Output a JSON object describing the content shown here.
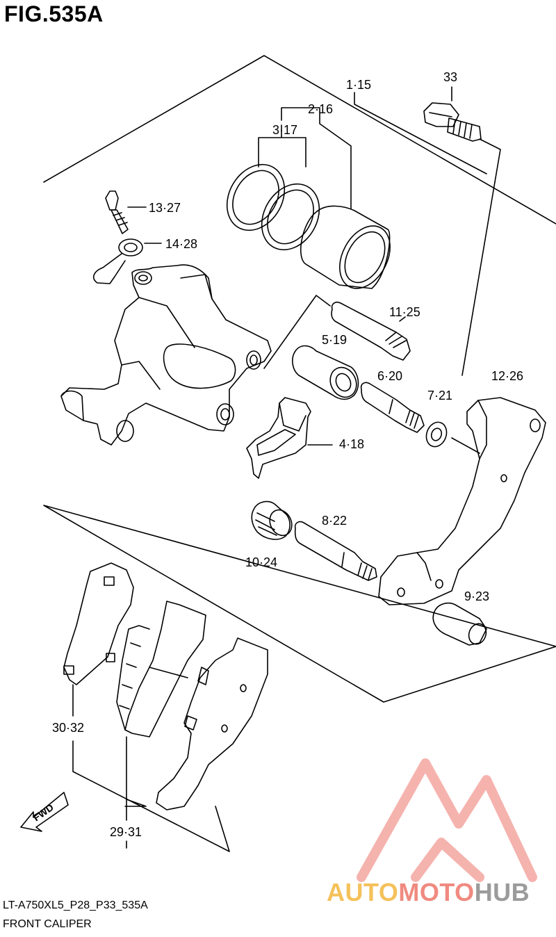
{
  "figure": {
    "title": "FIG.535A",
    "code": "LT-A750XL5_P28_P33_535A",
    "name": "FRONT CALIPER"
  },
  "direction_label": "FWD",
  "callouts": [
    {
      "id": "c1",
      "text": "1·15"
    },
    {
      "id": "c2",
      "text": "2·16"
    },
    {
      "id": "c3",
      "text": "3·17"
    },
    {
      "id": "c33",
      "text": "33"
    },
    {
      "id": "c13",
      "text": "13·27"
    },
    {
      "id": "c14",
      "text": "14·28"
    },
    {
      "id": "c11",
      "text": "11·25"
    },
    {
      "id": "c5",
      "text": "5·19"
    },
    {
      "id": "c6",
      "text": "6·20"
    },
    {
      "id": "c7",
      "text": "7·21"
    },
    {
      "id": "c12",
      "text": "12·26"
    },
    {
      "id": "c4",
      "text": "4·18"
    },
    {
      "id": "c8",
      "text": "8·22"
    },
    {
      "id": "c10",
      "text": "10·24"
    },
    {
      "id": "c9",
      "text": "9·23"
    },
    {
      "id": "c30",
      "text": "30·32"
    },
    {
      "id": "c29",
      "text": "29·31"
    }
  ],
  "watermark": {
    "part1": "AUTO",
    "part2": "MOTO",
    "part3": "HUB",
    "color_auto": "#f5c15b",
    "color_moto": "#f08a80",
    "color_hub": "#9b9b9b",
    "logo_color": "#f4a6a0"
  }
}
